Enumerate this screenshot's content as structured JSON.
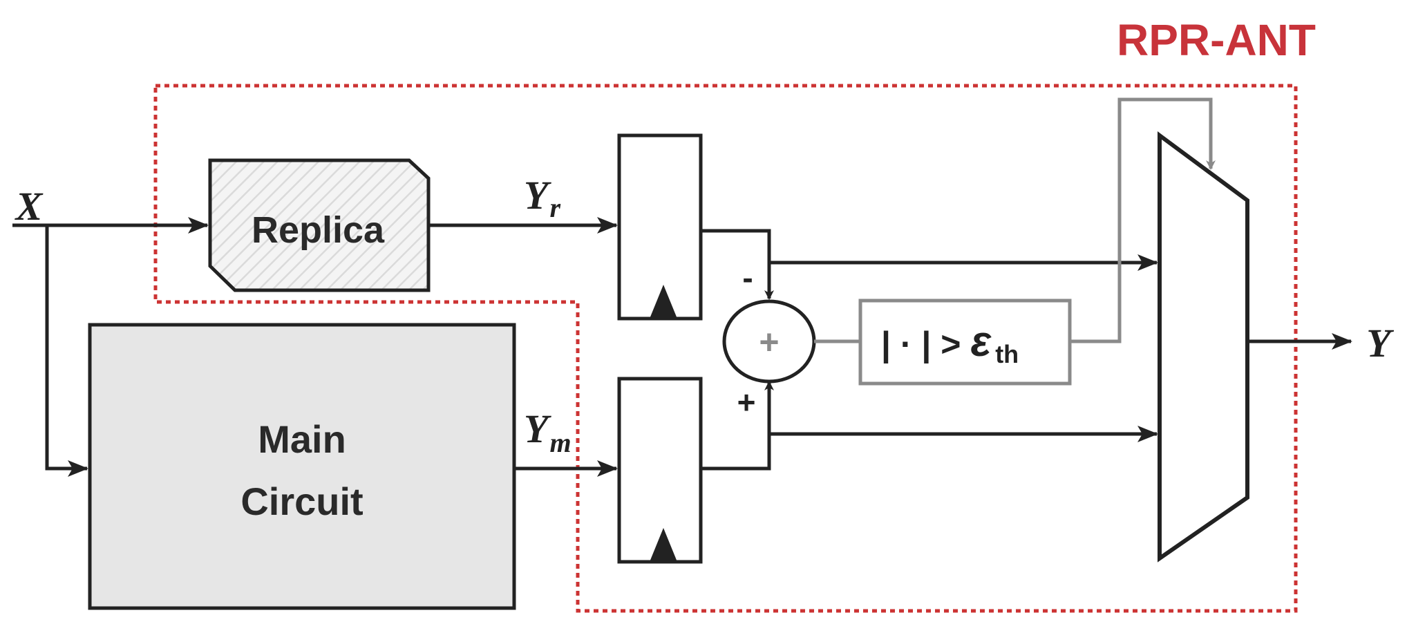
{
  "title": "RPR-ANT",
  "blocks": {
    "replica": "Replica",
    "main_line1": "Main",
    "main_line2": "Circuit",
    "threshold_left": "| · | >",
    "threshold_eps": "ε",
    "threshold_sub": "th",
    "adder_sign": "+"
  },
  "signals": {
    "input": "X",
    "output": "Y",
    "yr_base": "Y",
    "yr_sub": "r",
    "ym_base": "Y",
    "ym_sub": "m",
    "minus": "-",
    "plus": "+"
  },
  "colors": {
    "dashed_border": "#cc3333",
    "title": "#c8333a",
    "main_fill": "#e6e6e6",
    "replica_fill": "#f2f2f2",
    "wire": "#222222",
    "gray_wire": "#8a8a8a"
  }
}
